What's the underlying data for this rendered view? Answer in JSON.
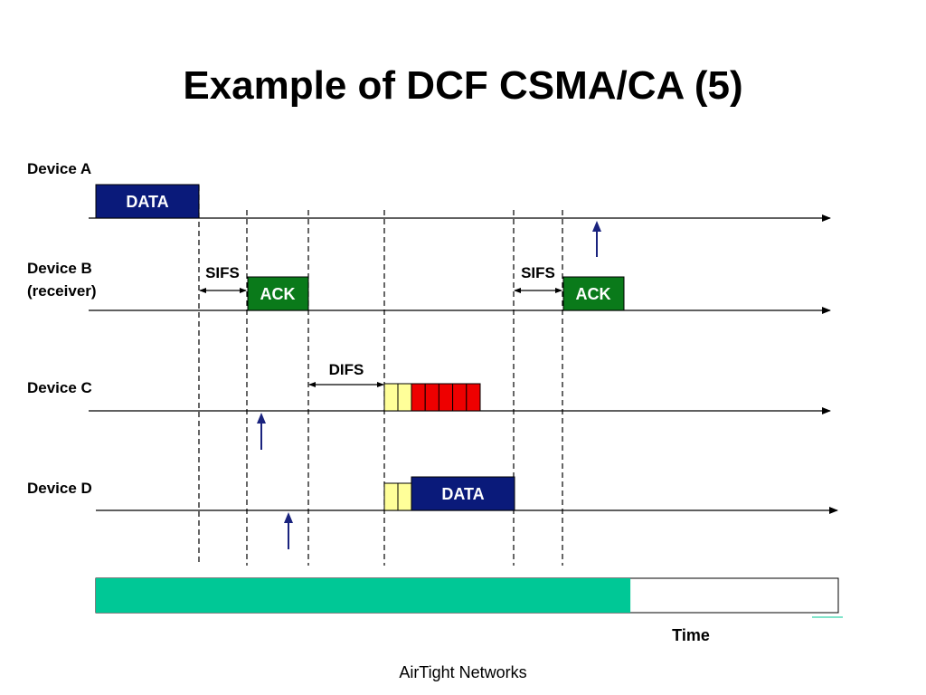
{
  "slide": {
    "title": "Example of DCF CSMA/CA (5)",
    "footer": "AirTight Networks"
  },
  "devices": {
    "a": "Device A",
    "b_line1": "Device B",
    "b_line2": "(receiver)",
    "c": "Device C",
    "d": "Device D"
  },
  "frames": {
    "a_data": "DATA",
    "b_ack_1": "ACK",
    "b_ack_2": "ACK",
    "d_data": "DATA"
  },
  "intervals": {
    "sifs_1": "SIFS",
    "sifs_2": "SIFS",
    "difs": "DIFS"
  },
  "time_label": "Time",
  "colors": {
    "data": "#0a1a7a",
    "ack": "#0a7a1a",
    "backoff_idle": "#ffff99",
    "backoff_remaining": "#ee0000",
    "progress_fill": "#00c896",
    "arrow": "#1a237e"
  },
  "progress": {
    "elapsed_fraction": 0.72
  }
}
